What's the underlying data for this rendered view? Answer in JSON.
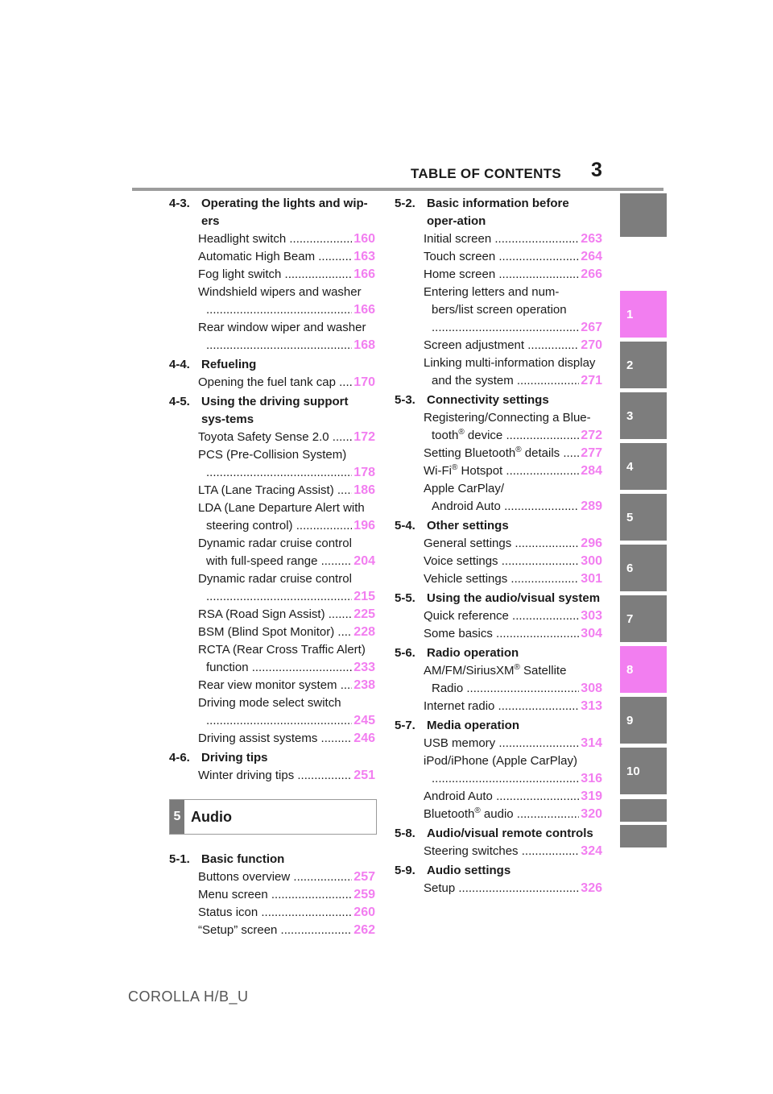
{
  "header": {
    "title": "TABLE OF CONTENTS",
    "page_number": "3"
  },
  "footer": {
    "text": "COROLLA H/B_U"
  },
  "left_column": {
    "sections_a": [
      {
        "num": "4-3.",
        "title": "Operating the lights and wip-ers",
        "entries": [
          {
            "text": "Headlight switch",
            "page": "160"
          },
          {
            "text": "Automatic High Beam",
            "page": "163"
          },
          {
            "text": "Fog light switch",
            "page": "166"
          },
          {
            "text": "Windshield wipers and washer",
            "page": "166",
            "wrap": true
          },
          {
            "text": "Rear window wiper and washer",
            "page": "168",
            "wrap": true
          }
        ]
      },
      {
        "num": "4-4.",
        "title": "Refueling",
        "entries": [
          {
            "text": "Opening the fuel tank cap",
            "page": "170"
          }
        ]
      },
      {
        "num": "4-5.",
        "title": "Using the driving support sys-tems",
        "entries": [
          {
            "text": "Toyota Safety Sense 2.0",
            "page": "172"
          },
          {
            "text": "PCS (Pre-Collision System)",
            "page": "178",
            "wrap": true
          },
          {
            "text": "LTA (Lane Tracing Assist)",
            "page": "186"
          },
          {
            "text": "LDA (Lane Departure Alert with",
            "cont": "steering control)",
            "page": "196",
            "wrap": true
          },
          {
            "text": "Dynamic radar cruise control",
            "cont": "with full-speed range",
            "page": "204",
            "wrap": true
          },
          {
            "text": "Dynamic radar cruise control",
            "page": "215",
            "wrap": true
          },
          {
            "text": "RSA (Road Sign Assist)",
            "page": "225"
          },
          {
            "text": "BSM (Blind Spot Monitor)",
            "page": "228"
          },
          {
            "text": "RCTA (Rear Cross Traffic Alert)",
            "cont": "function",
            "page": "233",
            "wrap": true
          },
          {
            "text": "Rear view monitor system",
            "page": "238"
          },
          {
            "text": "Driving mode select switch",
            "page": "245",
            "wrap": true
          },
          {
            "text": "Driving assist systems",
            "page": "246"
          }
        ]
      },
      {
        "num": "4-6.",
        "title": "Driving tips",
        "entries": [
          {
            "text": "Winter driving tips",
            "page": "251"
          }
        ]
      }
    ],
    "chapter_box": {
      "num": "5",
      "title": "Audio"
    },
    "sections_b": [
      {
        "num": "5-1.",
        "title": "Basic function",
        "entries": [
          {
            "text": "Buttons overview",
            "page": "257"
          },
          {
            "text": "Menu screen",
            "page": "259"
          },
          {
            "text": "Status icon",
            "page": "260"
          },
          {
            "text": "“Setup” screen",
            "page": "262"
          }
        ]
      }
    ]
  },
  "right_column": {
    "sections": [
      {
        "num": "5-2.",
        "title": "Basic information before oper-ation",
        "entries": [
          {
            "text": "Initial screen",
            "page": "263"
          },
          {
            "text": "Touch screen",
            "page": "264"
          },
          {
            "text": "Home screen",
            "page": "266"
          },
          {
            "text": "Entering letters and num-",
            "cont2": "bers/list screen operation",
            "page": "267",
            "wrap3": true
          },
          {
            "text": "Screen adjustment",
            "page": "270"
          },
          {
            "text": "Linking multi-information display",
            "cont": "and the system",
            "page": "271",
            "wrap": true
          }
        ]
      },
      {
        "num": "5-3.",
        "title": "Connectivity settings",
        "entries": [
          {
            "text": "Registering/Connecting a Blue-",
            "cont": "tooth® device",
            "page": "272",
            "wrap": true
          },
          {
            "text": "Setting Bluetooth® details",
            "page": "277"
          },
          {
            "text": "Wi-Fi® Hotspot",
            "page": "284"
          },
          {
            "text": "Apple CarPlay/",
            "cont": "Android Auto",
            "page": "289",
            "wrap": true
          }
        ]
      },
      {
        "num": "5-4.",
        "title": "Other settings",
        "entries": [
          {
            "text": "General settings",
            "page": "296"
          },
          {
            "text": "Voice settings",
            "page": "300"
          },
          {
            "text": "Vehicle settings",
            "page": "301"
          }
        ]
      },
      {
        "num": "5-5.",
        "title": "Using the audio/visual system",
        "entries": [
          {
            "text": "Quick reference",
            "page": "303"
          },
          {
            "text": "Some basics",
            "page": "304"
          }
        ]
      },
      {
        "num": "5-6.",
        "title": "Radio operation",
        "entries": [
          {
            "text": "AM/FM/SiriusXM® Satellite",
            "cont": "Radio",
            "page": "308",
            "wrap": true
          },
          {
            "text": "Internet radio",
            "page": "313"
          }
        ]
      },
      {
        "num": "5-7.",
        "title": "Media operation",
        "entries": [
          {
            "text": "USB memory",
            "page": "314"
          },
          {
            "text": "iPod/iPhone (Apple CarPlay)",
            "page": "316",
            "wrap": true
          },
          {
            "text": "Android Auto",
            "page": "319"
          },
          {
            "text": "Bluetooth® audio",
            "page": "320"
          }
        ]
      },
      {
        "num": "5-8.",
        "title": "Audio/visual remote controls",
        "entries": [
          {
            "text": "Steering switches",
            "page": "324"
          }
        ]
      },
      {
        "num": "5-9.",
        "title": "Audio settings",
        "entries": [
          {
            "text": "Setup",
            "page": "326"
          }
        ]
      }
    ]
  },
  "side_tabs": [
    {
      "label": "",
      "active": false
    },
    {
      "label": "1",
      "active": true
    },
    {
      "label": "2",
      "active": false
    },
    {
      "label": "3",
      "active": false
    },
    {
      "label": "4",
      "active": false
    },
    {
      "label": "5",
      "active": false
    },
    {
      "label": "6",
      "active": false
    },
    {
      "label": "7",
      "active": false
    },
    {
      "label": "8",
      "active": true
    },
    {
      "label": "9",
      "active": false
    },
    {
      "label": "10",
      "active": false
    },
    {
      "label": "",
      "active": false
    },
    {
      "label": "",
      "active": false
    }
  ],
  "colors": {
    "page_link": "#f27ef0",
    "tab_gray": "#7d7d7d",
    "tab_active": "#f27ef0",
    "rule": "#9c9c9c"
  }
}
